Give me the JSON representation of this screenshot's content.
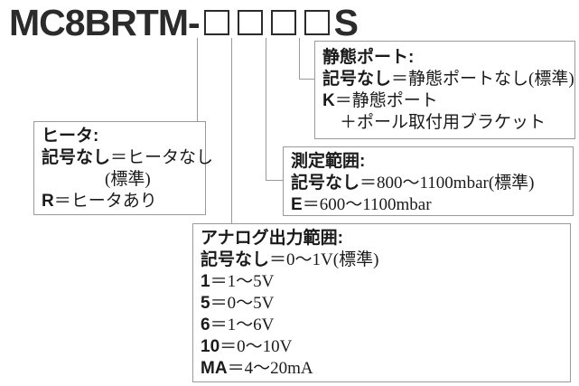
{
  "title": {
    "prefix": "MC8BRTM-",
    "suffix": "S",
    "placeholder_count": 4
  },
  "colors": {
    "title_text": "#2b2b2b",
    "body_text": "#1a1a1a",
    "box_border": "#9a9a9a",
    "connector_line": "#9a9a9a",
    "background": "#ffffff"
  },
  "boxes": {
    "heater": {
      "label": "ヒータ:",
      "lines": [
        {
          "code": "記号なし",
          "value": "＝ヒータなし"
        },
        {
          "code": "",
          "value": "(標準)"
        },
        {
          "code": "R",
          "value": "＝ヒータあり"
        }
      ]
    },
    "static_port": {
      "label": "静態ポート:",
      "lines": [
        {
          "code": "記号なし",
          "value": "＝静態ポートなし(標準)"
        },
        {
          "code": "K",
          "value": "＝静態ポート"
        },
        {
          "code": "",
          "value": "＋ポール取付用ブラケット"
        }
      ]
    },
    "measure_range": {
      "label": "測定範囲:",
      "lines": [
        {
          "code": "記号なし",
          "value": "＝800〜1100mbar(標準)"
        },
        {
          "code": "E",
          "value": "＝600〜1100mbar"
        }
      ]
    },
    "analog_output": {
      "label": "アナログ出力範囲:",
      "lines": [
        {
          "code": "記号なし",
          "value": "＝0〜1V(標準)"
        },
        {
          "code": "1",
          "value": "＝1〜5V"
        },
        {
          "code": "5",
          "value": "＝0〜5V"
        },
        {
          "code": "6",
          "value": "＝1〜6V"
        },
        {
          "code": "10",
          "value": "＝0〜10V"
        },
        {
          "code": "MA",
          "value": "＝4〜20mA"
        }
      ]
    }
  }
}
